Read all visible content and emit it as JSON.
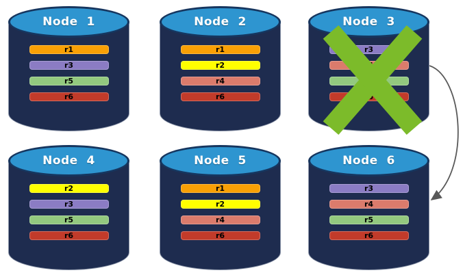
{
  "theme": {
    "background_color": "#FFFFFF",
    "cylinder_body_color": "#1E2C4F",
    "cylinder_top_color": "#2E95D0",
    "cylinder_border_color": "#16365F",
    "title_text_color": "#FFFFFF",
    "record_text_color": "#000000",
    "x_mark_color": "#7CBB2A",
    "arrow_color": "#595959"
  },
  "nodes": [
    {
      "label": "Node  1",
      "failed": false,
      "rows": [
        {
          "label": "r1",
          "color": "#F9A005"
        },
        {
          "label": "r3",
          "color": "#8B7CC4"
        },
        {
          "label": "r5",
          "color": "#93C97F"
        },
        {
          "label": "r6",
          "color": "#C23B2A"
        }
      ]
    },
    {
      "label": "Node  2",
      "failed": false,
      "rows": [
        {
          "label": "r1",
          "color": "#F9A005"
        },
        {
          "label": "r2",
          "color": "#FFFF00"
        },
        {
          "label": "r4",
          "color": "#DB7B6C"
        },
        {
          "label": "r6",
          "color": "#C23B2A"
        }
      ]
    },
    {
      "label": "Node  3",
      "failed": true,
      "rows": [
        {
          "label": "r3",
          "color": "#8B7CC4"
        },
        {
          "label": "r4",
          "color": "#DB7B6C"
        },
        {
          "label": "r5",
          "color": "#93C97F"
        },
        {
          "label": "r6",
          "color": "#C23B2A"
        }
      ]
    },
    {
      "label": "Node  4",
      "failed": false,
      "rows": [
        {
          "label": "r2",
          "color": "#FFFF00"
        },
        {
          "label": "r3",
          "color": "#8B7CC4"
        },
        {
          "label": "r5",
          "color": "#93C97F"
        },
        {
          "label": "r6",
          "color": "#C23B2A"
        }
      ]
    },
    {
      "label": "Node  5",
      "failed": false,
      "rows": [
        {
          "label": "r1",
          "color": "#F9A005"
        },
        {
          "label": "r2",
          "color": "#FFFF00"
        },
        {
          "label": "r4",
          "color": "#DB7B6C"
        },
        {
          "label": "r6",
          "color": "#C23B2A"
        }
      ]
    },
    {
      "label": "Node  6",
      "failed": false,
      "rows": [
        {
          "label": "r3",
          "color": "#8B7CC4"
        },
        {
          "label": "r4",
          "color": "#DB7B6C"
        },
        {
          "label": "r5",
          "color": "#93C97F"
        },
        {
          "label": "r6",
          "color": "#C23B2A"
        }
      ]
    }
  ],
  "arrow": {
    "from": "Node 3",
    "to": "Node 6"
  }
}
